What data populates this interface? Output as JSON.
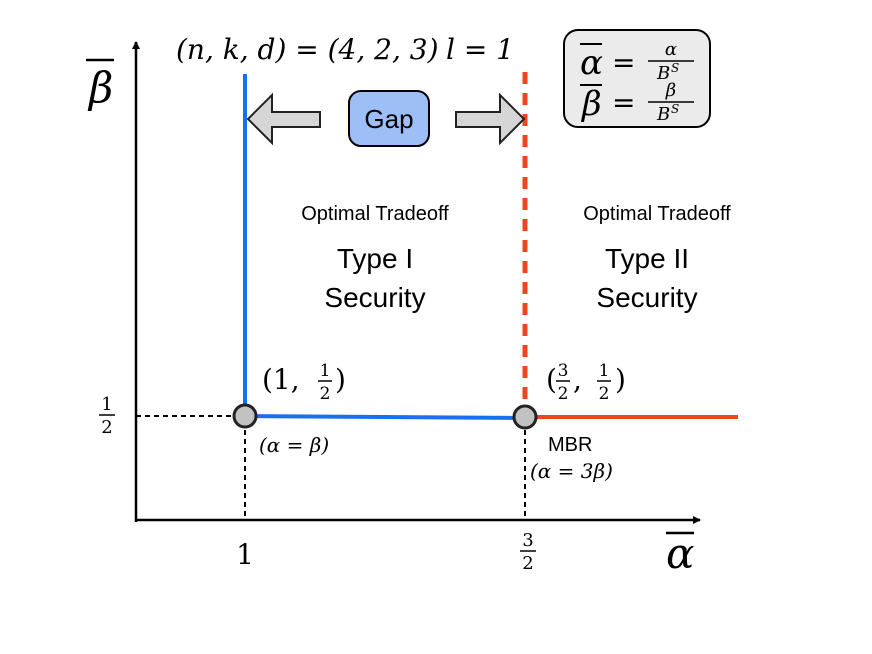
{
  "header": {
    "params": "(n, k, d) = (4, 2, 3)",
    "l_value": "l = 1"
  },
  "definitions": {
    "alpha_bar": "α",
    "alpha_num": "α",
    "beta_bar": "β",
    "beta_num": "β",
    "den": "B",
    "den_sup": "S"
  },
  "gap": {
    "label": "Gap"
  },
  "regions": {
    "left": {
      "caption": "Optimal Tradeoff",
      "line1": "Type I",
      "line2": "Security"
    },
    "right": {
      "caption": "Optimal Tradeoff",
      "line1": "Type II",
      "line2": "Security"
    }
  },
  "axes": {
    "x_label": "α",
    "y_label": "β",
    "x_tick_1": "1",
    "x_tick_2_num": "3",
    "x_tick_2_den": "2",
    "y_tick_num": "1",
    "y_tick_den": "2"
  },
  "points": {
    "p1": {
      "label_pre": "(1, ",
      "label_num": "1",
      "label_den": "2",
      "label_post": ")",
      "note": "(α = β)"
    },
    "p2": {
      "label_pre": "(",
      "label_num1": "3",
      "label_den1": "2",
      "label_mid": ", ",
      "label_num2": "1",
      "label_den2": "2",
      "label_post": ")",
      "name": "MBR",
      "note": "(α = 3β)"
    }
  },
  "colors": {
    "blue_line": "#1a6ef0",
    "red_line": "#ee4420",
    "gap_fill": "#9ebff5",
    "box_fill": "#ebebeb",
    "arrow_fill": "#d6d6d6",
    "point_fill": "#c2c2c2"
  }
}
